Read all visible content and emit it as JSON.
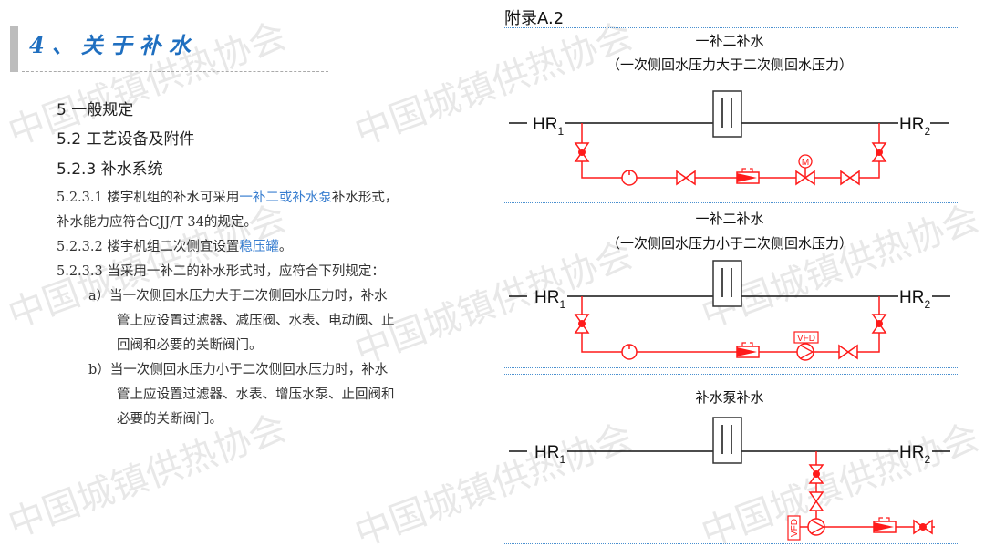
{
  "header": {
    "title": "4、关于补水"
  },
  "left": {
    "h1": "5 一般规定",
    "h2": "5.2 工艺设备及附件",
    "h3": "5.2.3 补水系统",
    "p1_a": "5.2.3.1 楼宇机组的补水可采用",
    "p1_link": "一补二或补水泵",
    "p1_b": "补水形式，",
    "p1_c": "补水能力应符合CJJ/T 34的规定。",
    "p2_a": "5.2.3.2 楼宇机组二次侧宜设置",
    "p2_link": "稳压罐",
    "p2_b": "。",
    "p3": "5.2.3.3 当采用一补二的补水形式时，应符合下列规定：",
    "a1": "a）当一次侧回水压力大于二次侧回水压力时，补水",
    "a2": "管上应设置过滤器、减压阀、水表、电动阀、止",
    "a3": "回阀和必要的关断阀门。",
    "b1": "b）当一次侧回水压力小于二次侧回水压力时，补水",
    "b2": "管上应设置过滤器、水表、增压水泵、止回阀和",
    "b3": "必要的关断阀门。"
  },
  "appendix": "附录A.2",
  "panels": [
    {
      "title": "一补二补水",
      "subtitle": "（一次侧回水压力大于二次侧回水压力）",
      "motor": "M"
    },
    {
      "title": "一补二补水",
      "subtitle": "（一次侧回水压力小于二次侧回水压力）",
      "vfd": "VFD"
    },
    {
      "title": "补水泵补水",
      "vfd": "VFD"
    }
  ],
  "hr": {
    "main": "HR",
    "sub1": "1",
    "sub2": "2"
  },
  "watermark": "中国城镇供热协会",
  "colors": {
    "accent": "#1f6fc0",
    "pipe_red": "#ff1a1a",
    "frame": "#4a90d0"
  }
}
